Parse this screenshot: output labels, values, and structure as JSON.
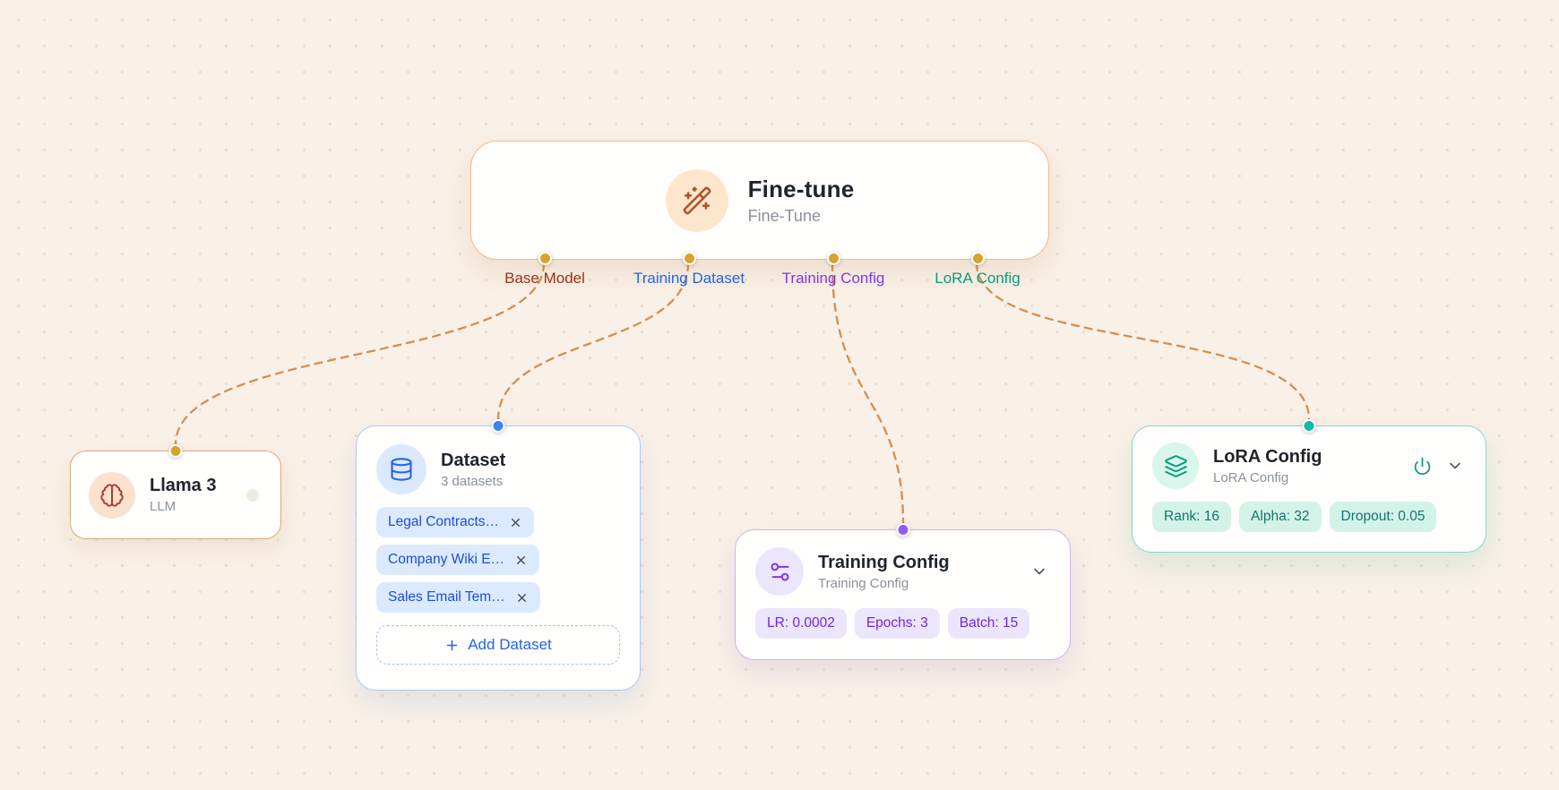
{
  "canvas": {
    "background": "#f9f0e7",
    "edge_color": "#d08a4b",
    "port_color": "#d9a22e"
  },
  "nodes": {
    "fine_tune": {
      "title": "Fine-tune",
      "subtitle": "Fine-Tune",
      "icon": "wand-sparkles-icon",
      "accent": "#eebb8d",
      "ports": [
        {
          "label": "Base Model",
          "color": "#993317"
        },
        {
          "label": "Training Dataset",
          "color": "#2563eb"
        },
        {
          "label": "Training Config",
          "color": "#7c3aed"
        },
        {
          "label": "LoRA Config",
          "color": "#0d9b7d"
        }
      ]
    },
    "llama": {
      "title": "Llama 3",
      "subtitle": "LLM",
      "icon": "brain-icon",
      "accent": "#dcaa7b"
    },
    "dataset": {
      "title": "Dataset",
      "subtitle": "3 datasets",
      "icon": "database-icon",
      "accent": "#a9c9f2",
      "chips": [
        {
          "label": "Legal Contracts…"
        },
        {
          "label": "Company Wiki E…"
        },
        {
          "label": "Sales Email Tem…"
        }
      ],
      "add_button": "Add Dataset"
    },
    "training_config": {
      "title": "Training Config",
      "subtitle": "Training Config",
      "icon": "sliders-icon",
      "accent": "#ccb2ef",
      "chips": [
        "LR: 0.0002",
        "Epochs: 3",
        "Batch: 15"
      ]
    },
    "lora_config": {
      "title": "LoRA Config",
      "subtitle": "LoRA Config",
      "icon": "layers-icon",
      "accent": "#82d9c2",
      "chips": [
        "Rank: 16",
        "Alpha: 32",
        "Dropout: 0.05"
      ]
    }
  }
}
